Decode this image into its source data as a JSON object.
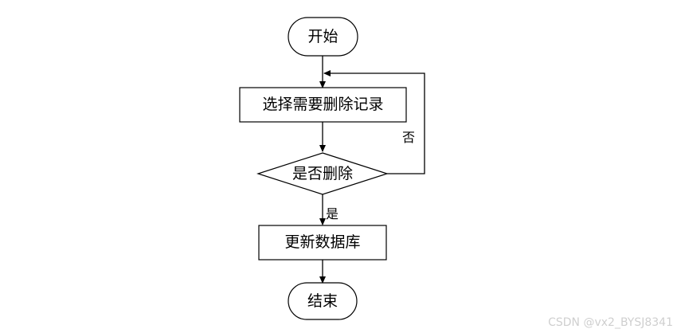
{
  "nodes": {
    "start": "开始",
    "select": "选择需要删除记录",
    "decision": "是否删除",
    "update": "更新数据库",
    "end": "结束"
  },
  "edge_labels": {
    "no": "否",
    "yes": "是"
  },
  "watermark": "CSDN @vx2_BYSJ8341",
  "colors": {
    "stroke": "#000000",
    "background": "#ffffff",
    "watermark": "#cfcfcf"
  }
}
